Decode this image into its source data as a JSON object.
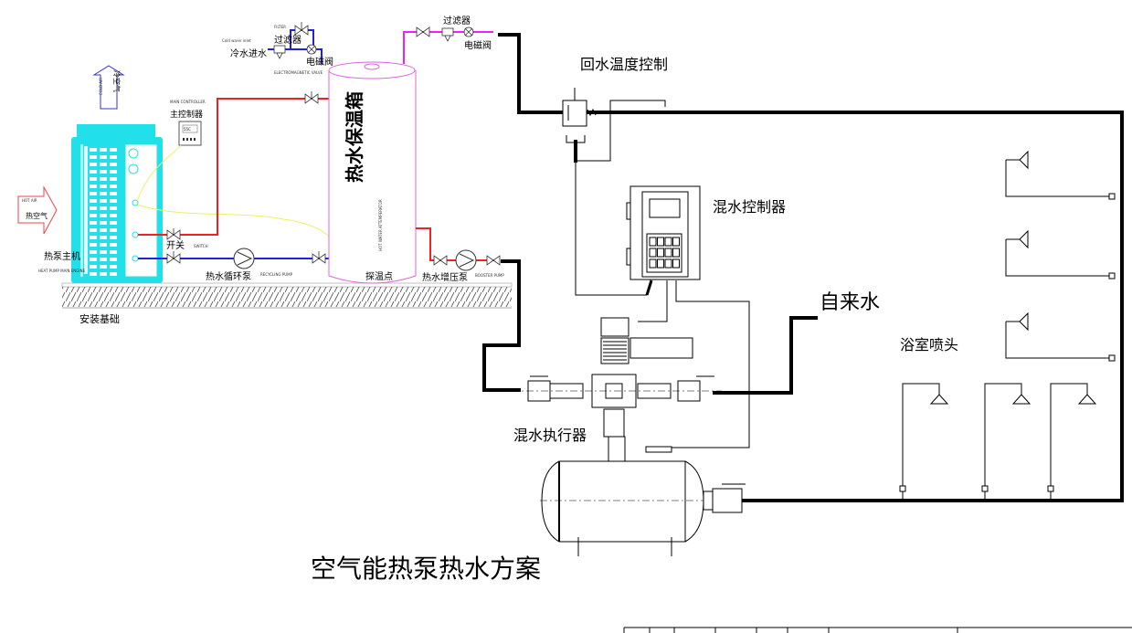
{
  "labels": {
    "cold_air": "冷空气",
    "cold_air_en": "COLD AIR",
    "hot_air": "热空气",
    "hot_air_en": "HOT AIR",
    "heat_pump": "热泵主机",
    "heat_pump_en": "HEAT PUMP MAIN ENGINE",
    "main_controller": "主控制器",
    "main_controller_en": "MAIN CONTROLLER",
    "controller_display": "55C",
    "switch": "开关",
    "switch_en": "SWITCH",
    "recycling_pump": "热水循环泵",
    "recycling_pump_en": "RECYCLING PUMP",
    "foundation": "安装基础",
    "cold_water_inlet": "冷水进水",
    "cold_water_inlet_en": "Cold warer inlet",
    "filter_1": "过滤器",
    "filter_en": "FILTER",
    "solenoid_1": "电磁阀",
    "solenoid_en": "ELECTROMAGNETIC VALVE",
    "tank": "热水保温箱",
    "tank_en": "HOT WATER ATTEMPERATOR",
    "temp_point": "探温点",
    "booster_pump": "热水增压泵",
    "booster_pump_en": "BOOSTER PUMP",
    "filter_2": "过滤器",
    "solenoid_2": "电磁阀",
    "return_temp_control": "回水温度控制",
    "mixing_controller": "混水控制器",
    "tap_water": "自来水",
    "mixing_actuator": "混水执行器",
    "shower_heads": "浴室喷头",
    "title": "空气能热泵热水方案"
  },
  "colors": {
    "heat_pump_body": "#22e0ea",
    "hot_pipe": "#ee2222",
    "cold_pipe": "#2222dd",
    "outlet_pipe": "#ee22ee",
    "tank_outline": "#dd66dd",
    "signal_wire": "#eeee66",
    "mixing_pipe": "#000000"
  }
}
